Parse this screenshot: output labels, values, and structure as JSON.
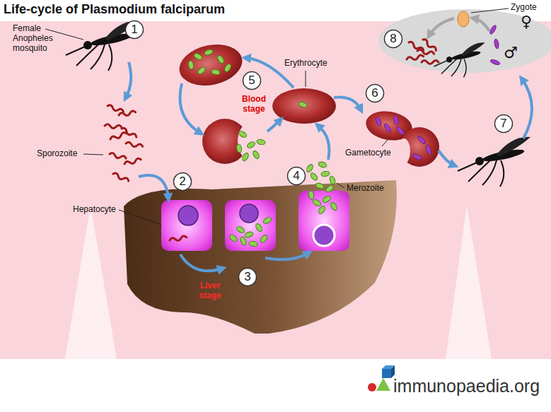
{
  "diagram": {
    "title": "Life-cycle of Plasmodium falciparum",
    "nodes": [
      {
        "text": [
          "1"
        ]
      },
      {
        "text": [
          "2"
        ]
      },
      {
        "text": [
          "3"
        ]
      },
      {
        "text": [
          "4"
        ]
      },
      {
        "text": [
          "5"
        ]
      },
      {
        "text": [
          "6"
        ]
      },
      {
        "text": [
          "7"
        ]
      },
      {
        "text": [
          "8"
        ]
      }
    ],
    "labels": [
      "Female Anopheles mosquito",
      "Sporozoite",
      "Hepatocyte",
      "Liver stage",
      "Blood stage",
      "Erythrocyte",
      "Merozoite",
      "Gametocyte",
      "Zygote",
      "♀",
      "♂",
      "immunopaedia.org"
    ]
  }
}
